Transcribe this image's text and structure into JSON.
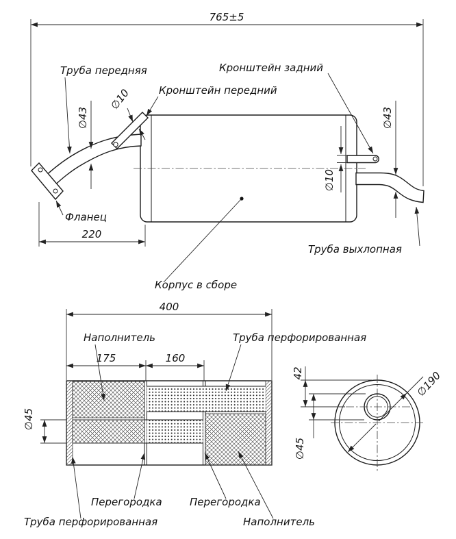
{
  "assembly": {
    "dim_overall": "765±5",
    "dim_220": "220",
    "dia_front_pipe": "∅43",
    "dia_front_bracket": "∅10",
    "dia_exhaust_pipe": "∅43",
    "dia_rear_bracket": "∅10",
    "label_front_pipe": "Труба передняя",
    "label_front_bracket": "Кронштейн передний",
    "label_rear_bracket": "Кронштейн задний",
    "label_flange": "Фланец",
    "label_exhaust_pipe": "Труба выхлопная",
    "label_body": "Корпус в сборе"
  },
  "section": {
    "dim_400": "400",
    "dim_175": "175",
    "dim_160": "160",
    "dia_45_left": "∅45",
    "dim_42": "42",
    "dia_190": "∅190",
    "dia_45_right": "∅45",
    "label_filler_top": "Наполнитель",
    "label_perf_top": "Труба перфорированная",
    "label_partition_left": "Перегородка",
    "label_partition_right": "Перегородка",
    "label_perf_bottom": "Труба перфорированная",
    "label_filler_bottom": "Наполнитель"
  }
}
